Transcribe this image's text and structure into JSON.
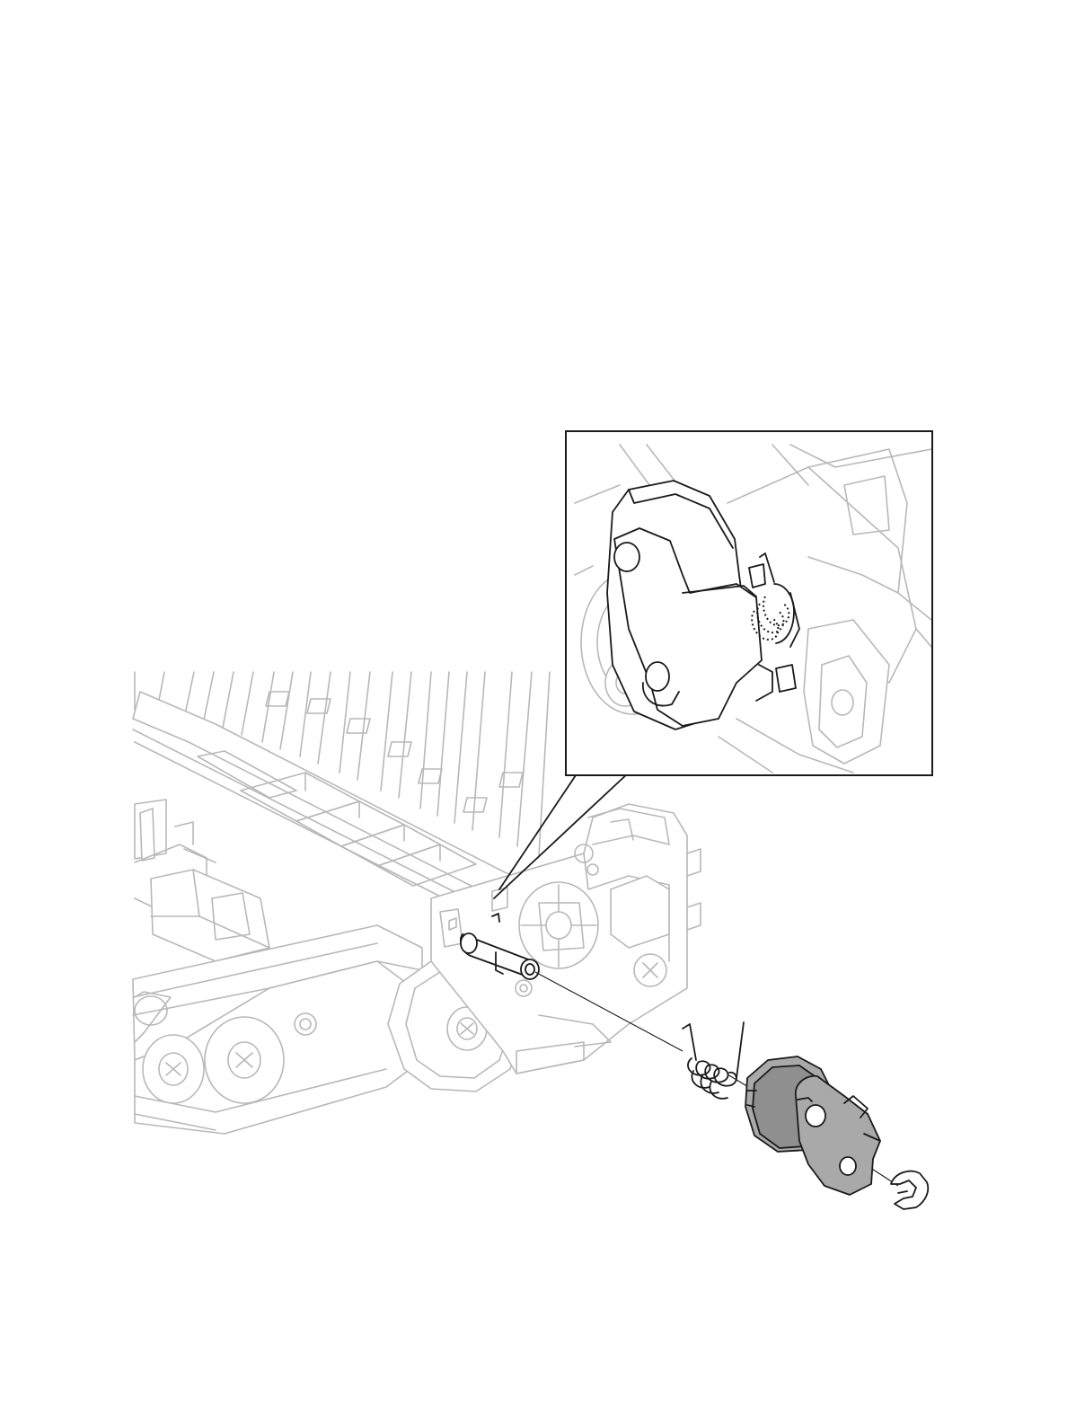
{
  "figure": {
    "kind": "exploded-parts-illustration",
    "colors": {
      "background": "#ffffff",
      "outline_dark": "#1a1a1a",
      "outline_light": "#b8b8b8",
      "part_highlight": "#a9a9a9"
    },
    "parts": [
      {
        "name": "frame-assembly",
        "style": "light-line-art"
      },
      {
        "name": "shaft",
        "style": "dark-line-art"
      },
      {
        "name": "torsion-spring",
        "style": "dark-line-art"
      },
      {
        "name": "roller-assembly",
        "style": "gray-filled"
      },
      {
        "name": "e-clip",
        "style": "dark-line-art"
      }
    ],
    "callout": {
      "style": "magnified-detail-inset",
      "shows": "installed-roller-and-spring"
    }
  }
}
